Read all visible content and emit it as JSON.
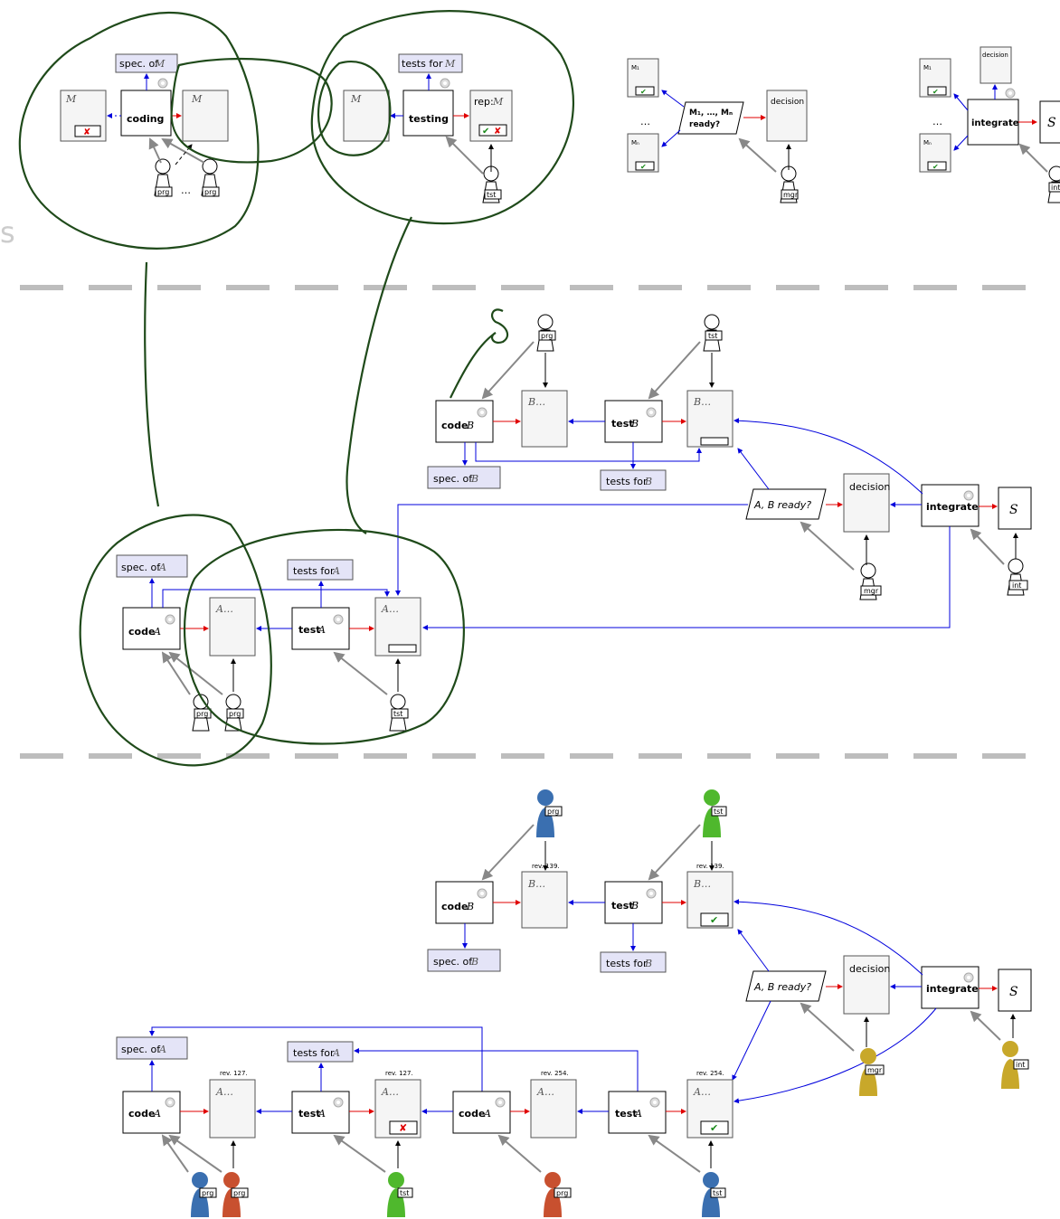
{
  "colors": {
    "blue": "#0000dd",
    "red": "#e00000",
    "grey": "#888888",
    "ink_green": "#1f4a1a",
    "spec_fill": "#e4e4f7",
    "doc_fill": "#f5f5f5",
    "dash": "#bdbdbd",
    "pawn_blue": "#3a6fb0",
    "pawn_red": "#c8502f",
    "pawn_green": "#4fb82d",
    "pawn_yellow": "#c8a82a"
  },
  "section1": {
    "spec_m": "spec. of",
    "tests_m": "tests for",
    "coding": "coding",
    "testing": "testing",
    "rep": "rep:",
    "m": "M",
    "prg": "prg",
    "tst": "tst",
    "mgr": "mgr",
    "ellipsis": "…",
    "ready_line1": "M₁, …, Mₙ",
    "ready_line2": "ready?",
    "decision": "decision",
    "integrate": "integrate",
    "m1": "M₁",
    "mn": "Mₙ",
    "s": "S",
    "int": "int"
  },
  "section2": {
    "code_b": "code",
    "test_b": "test",
    "b_doc": "B…",
    "spec_b": "spec. of",
    "tests_b": "tests for",
    "ab_ready": "A, B ready?",
    "decision": "decision",
    "integrate": "integrate",
    "s": "S",
    "spec_a": "spec. of",
    "tests_a": "tests for",
    "code_a": "code",
    "test_a": "test",
    "a_doc": "A…",
    "prg": "prg",
    "tst": "tst",
    "mgr": "mgr",
    "int": "int"
  },
  "section3": {
    "rev139": "rev. 139.",
    "rev127": "rev. 127.",
    "rev254": "rev. 254.",
    "check": "✔",
    "cross": "✘"
  },
  "stray_text": "s"
}
